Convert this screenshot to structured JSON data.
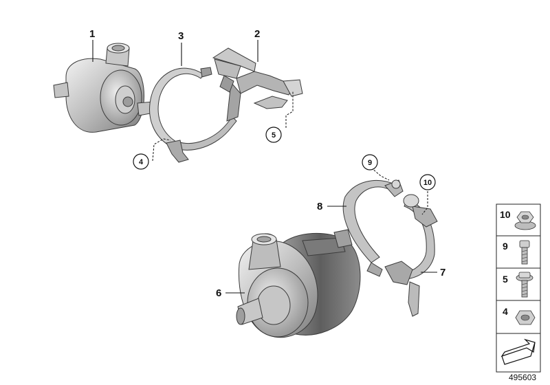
{
  "callouts": {
    "c1": "1",
    "c2": "2",
    "c3": "3",
    "c4": "4",
    "c5": "5",
    "c6": "6",
    "c7": "7",
    "c8": "8",
    "c9": "9",
    "c10": "10"
  },
  "legend": {
    "rows": [
      {
        "label": "10",
        "icon": "hex-flange-nut-icon"
      },
      {
        "label": "9",
        "icon": "hex-socket-bolt-icon"
      },
      {
        "label": "5",
        "icon": "torx-flange-bolt-icon"
      },
      {
        "label": "4",
        "icon": "hex-nut-icon"
      }
    ],
    "arrow_icon": "direction-arrow-icon"
  },
  "reference_number": "495603",
  "colors": {
    "metal_light": "#d9d9d9",
    "metal_mid": "#b5b5b5",
    "metal_dark": "#8a8a8a",
    "line": "#111111"
  }
}
